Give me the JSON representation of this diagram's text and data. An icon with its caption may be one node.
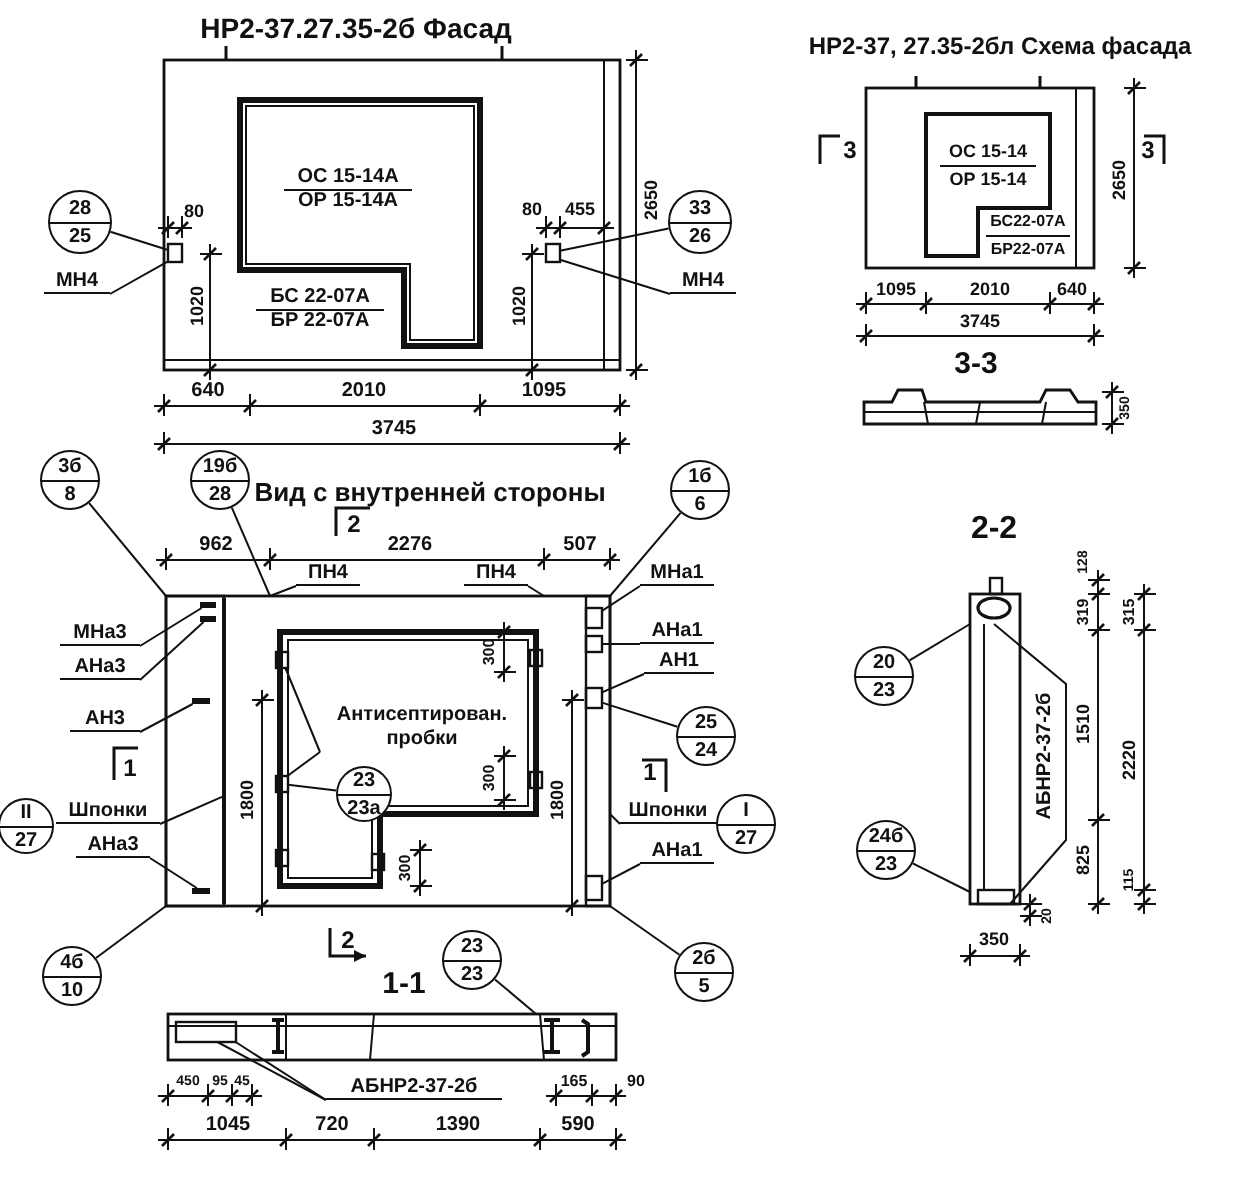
{
  "diagram": {
    "nodes": [
      {
        "text": [
          "28",
          "25"
        ]
      },
      {
        "text": [
          "МН4"
        ]
      },
      {
        "text": [
          "33",
          "26"
        ]
      },
      {
        "text": [
          "МН4"
        ]
      },
      {
        "text": [
          "3б",
          "8"
        ]
      },
      {
        "text": [
          "19б",
          "28"
        ]
      },
      {
        "text": [
          "1б",
          "6"
        ]
      },
      {
        "text": [
          "ПН4"
        ]
      },
      {
        "text": [
          "ПН4"
        ]
      },
      {
        "text": [
          "МНа3"
        ]
      },
      {
        "text": [
          "АНа3"
        ]
      },
      {
        "text": [
          "АН3"
        ]
      },
      {
        "text": [
          "Антисептирован.",
          "пробки"
        ],
        "in": 32
      },
      {
        "text": [
          "23",
          "23а"
        ],
        "in": 32
      },
      {
        "text": [
          "Шпонки"
        ]
      },
      {
        "text": [
          "II",
          "27"
        ]
      },
      {
        "text": [
          "АНа3"
        ]
      },
      {
        "text": [
          "4б",
          "10"
        ]
      },
      {
        "text": [
          "МНа1"
        ]
      },
      {
        "text": [
          "АНа1"
        ]
      },
      {
        "text": [
          "АН1"
        ]
      },
      {
        "text": [
          "25",
          "24"
        ]
      },
      {
        "text": [
          "Шпонки"
        ]
      },
      {
        "text": [
          "I",
          "27"
        ]
      },
      {
        "text": [
          "АНа1"
        ]
      },
      {
        "text": [
          "2б",
          "5"
        ]
      },
      {
        "text": [
          "23",
          "23"
        ]
      },
      {
        "text": [
          "АБНР2-37-2б"
        ]
      },
      {
        "text": [
          "20",
          "23"
        ]
      },
      {
        "text": [
          "24б",
          "23"
        ]
      },
      {
        "text": [],
        "shape": "box"
      },
      {
        "text": [],
        "shape": "box"
      },
      {
        "text": [],
        "shape": "picture"
      },
      {
        "text": [],
        "shape": "box",
        "in": 32
      },
      {
        "text": [],
        "shape": "bar",
        "in": 33
      },
      {
        "text": [],
        "shape": "bar",
        "in": 33
      },
      {
        "text": [],
        "shape": "bar",
        "in": 33
      },
      {
        "text": [],
        "shape": "bar",
        "in": 33
      },
      {
        "text": [],
        "shape": "box",
        "in": 32
      },
      {
        "text": [],
        "shape": "box",
        "in": 38
      },
      {
        "text": [],
        "shape": "box",
        "in": 38
      },
      {
        "text": [],
        "shape": "box",
        "in": 38
      },
      {
        "text": [],
        "shape": "box",
        "in": 38
      },
      {
        "text": [],
        "shape": "box",
        "in": 32
      },
      {
        "text": [],
        "shape": "box",
        "in": 32
      },
      {
        "text": [],
        "shape": "picture"
      },
      {
        "text": [],
        "shape": "box",
        "in": 45
      },
      {
        "text": [],
        "shape": "picture"
      },
      {
        "text": [],
        "shape": "bar",
        "in": 32
      }
    ],
    "edges": [
      {
        "from": 0,
        "to": 30,
        "arrow": "none"
      },
      {
        "from": 1,
        "to": 30,
        "arrow": "none"
      },
      {
        "from": 2,
        "to": 31,
        "arrow": "none"
      },
      {
        "from": 3,
        "to": 31,
        "arrow": "none"
      },
      {
        "from": 4,
        "to": 32,
        "arrow": "none"
      },
      {
        "from": 5,
        "to": 32,
        "arrow": "none"
      },
      {
        "from": 6,
        "to": 32,
        "arrow": "none"
      },
      {
        "from": 7,
        "to": 32,
        "arrow": "none"
      },
      {
        "from": 8,
        "to": 32,
        "arrow": "none"
      },
      {
        "from": 9,
        "to": 34,
        "arrow": "none"
      },
      {
        "from": 10,
        "to": 35,
        "arrow": "none"
      },
      {
        "from": 11,
        "to": 36,
        "arrow": "none"
      },
      {
        "from": 12,
        "to": 43,
        "arrow": "none"
      },
      {
        "from": 12,
        "to": 44,
        "arrow": "none"
      },
      {
        "from": 13,
        "to": 44,
        "arrow": "none"
      },
      {
        "from": 14,
        "to": 48,
        "arrow": "none"
      },
      {
        "from": 16,
        "to": 37,
        "arrow": "none"
      },
      {
        "from": 17,
        "to": 32,
        "arrow": "none"
      },
      {
        "from": 18,
        "to": 39,
        "arrow": "none"
      },
      {
        "from": 19,
        "to": 40,
        "arrow": "none"
      },
      {
        "from": 20,
        "to": 41,
        "arrow": "none"
      },
      {
        "from": 21,
        "to": 41,
        "arrow": "none"
      },
      {
        "from": 22,
        "to": 38,
        "arrow": "none"
      },
      {
        "from": 24,
        "to": 42,
        "arrow": "none"
      },
      {
        "from": 25,
        "to": 32,
        "arrow": "none"
      },
      {
        "from": 26,
        "to": 45,
        "arrow": "none"
      },
      {
        "from": 27,
        "to": 46,
        "arrow": "none"
      },
      {
        "from": 27,
        "to": 46,
        "arrow": "none"
      },
      {
        "from": 28,
        "to": 47,
        "arrow": "none"
      },
      {
        "from": 29,
        "to": 47,
        "arrow": "none"
      }
    ],
    "labels": [
      "НР2-37.27.35-2б Фасад",
      "НР2-37, 27.35-2бл Схема фасада",
      "ОС 15-14А",
      "ОР 15-14А",
      "БС 22-07А",
      "БР 22-07А",
      "80",
      "1020",
      "80",
      "455",
      "1020",
      "2650",
      "640",
      "2010",
      "1095",
      "3745",
      "3",
      "ОС 15-14",
      "ОР 15-14",
      "3",
      "2650",
      "БС22-07А",
      "БР22-07А",
      "1095",
      "2010",
      "640",
      "3745",
      "3-3",
      "350",
      "Вид с внутренней стороны",
      "2",
      "962",
      "2276",
      "507",
      "1",
      "1800",
      "300",
      "300",
      "1800",
      "1",
      "300",
      "2",
      "1-1",
      "2-2",
      "128",
      "319",
      "315",
      "1510",
      "2220",
      "АБНР2-37-2б",
      "825",
      "115",
      "20",
      "350",
      "450",
      "95",
      "45",
      "165",
      "90",
      "1045",
      "720",
      "1390",
      "590"
    ]
  }
}
